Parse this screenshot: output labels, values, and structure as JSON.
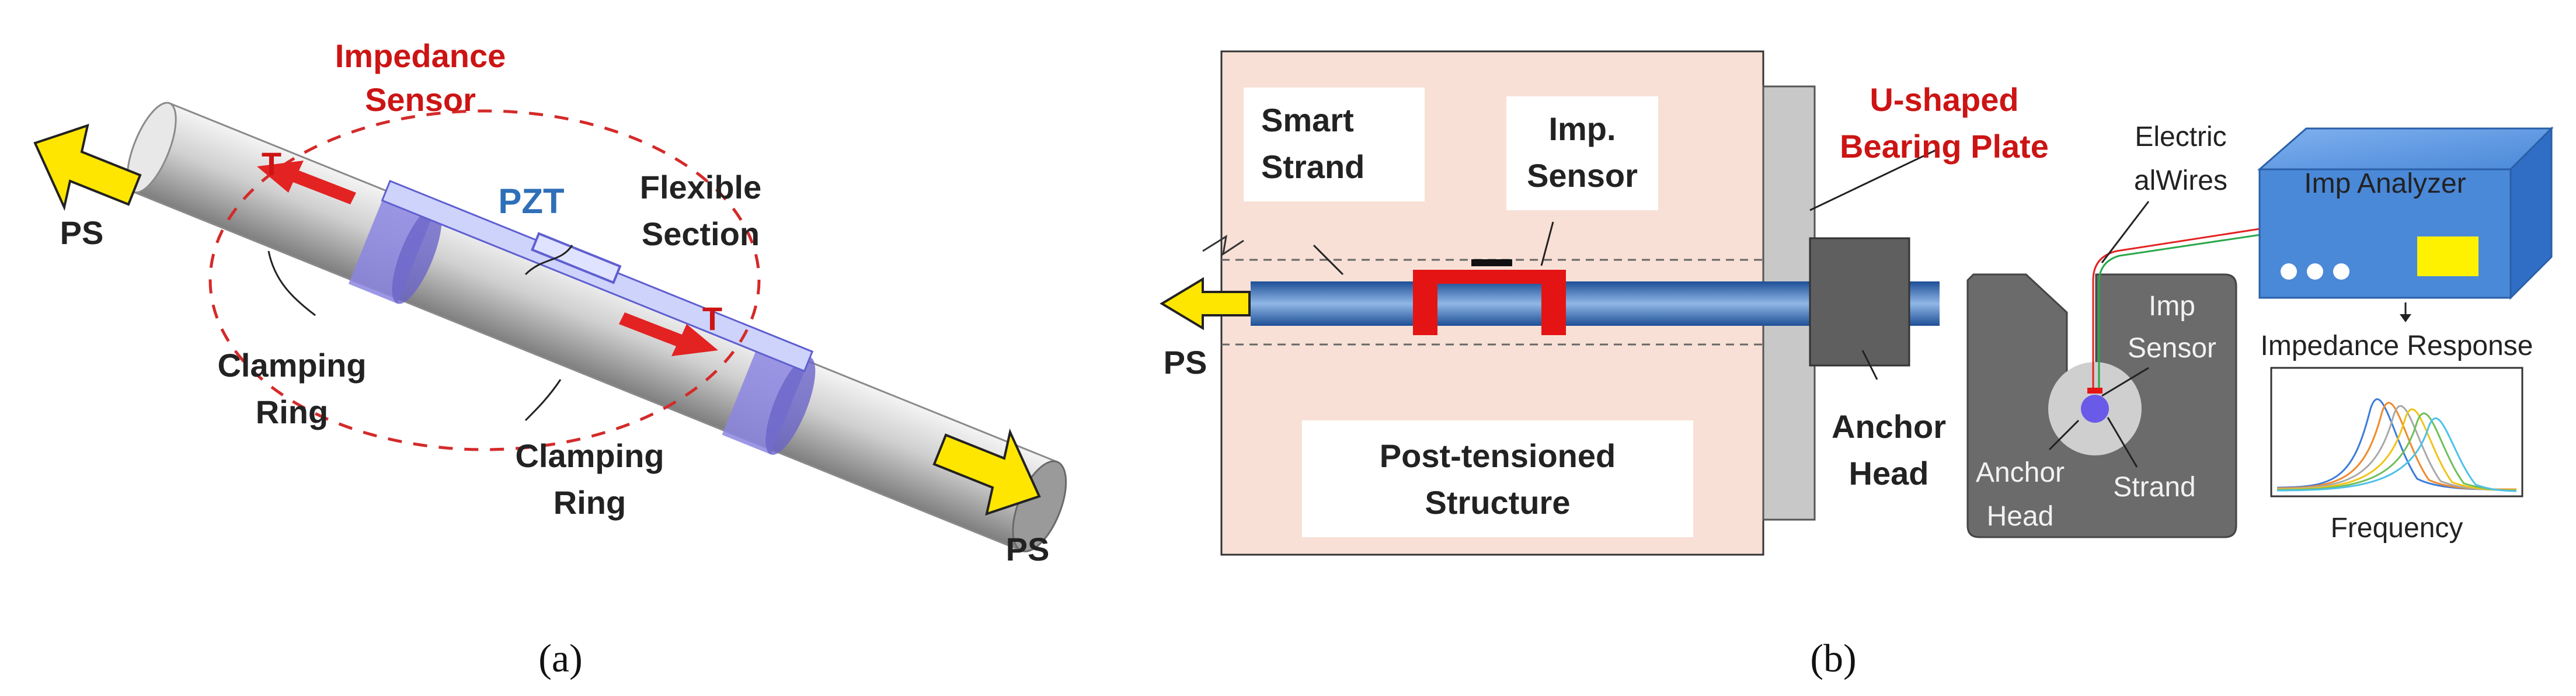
{
  "panel_a": {
    "caption": "(a)",
    "labels": {
      "impedance": "Impedance",
      "sensor": "Sensor",
      "pzt": "PZT",
      "flexible": "Flexible",
      "section": "Section",
      "clamping_left": "Clamping",
      "ring_left": "Ring",
      "clamping_right": "Clamping",
      "ring_right": "Ring",
      "t_left": "T",
      "t_right": "T",
      "ps_left": "PS",
      "ps_right": "PS"
    }
  },
  "panel_b": {
    "caption": "(b)",
    "labels": {
      "smart": "Smart",
      "strand": "Strand",
      "imp": "Imp.",
      "sensor": "Sensor",
      "post_tensioned": "Post-tensioned",
      "structure": "Structure",
      "ps": "PS",
      "u_shaped": "U-shaped",
      "bearing_plate": "Bearing Plate",
      "anchor": "Anchor",
      "head": "Head",
      "electric": "Electric",
      "al_wires": "alWires",
      "imp_analyzer": "Imp Analyzer",
      "impedance_response": "Impedance Response",
      "frequency": "Frequency",
      "imp_small": "Imp",
      "sensor_small": "Sensor",
      "anchor_small": "Anchor",
      "head_small": "Head",
      "strand_small": "Strand"
    }
  },
  "colors": {
    "red": "#cc1414",
    "blue": "#2f6fb8",
    "structure": "#f8e0d6",
    "plate": "#c8c8c8",
    "anchor": "#5f5f5f",
    "analyzer": "#4a88d8",
    "arrow": "#ffe600"
  }
}
